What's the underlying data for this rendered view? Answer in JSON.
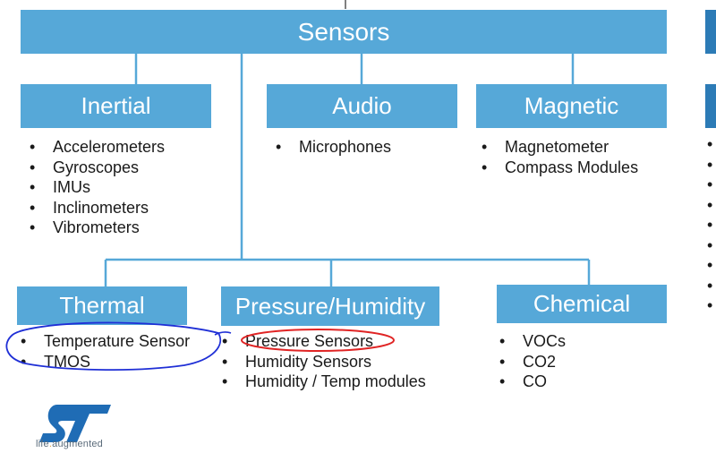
{
  "root": {
    "label": "Sensors"
  },
  "categories": {
    "inertial": {
      "label": "Inertial",
      "items": [
        "Accelerometers",
        "Gyroscopes",
        "IMUs",
        "Inclinometers",
        "Vibrometers"
      ]
    },
    "audio": {
      "label": "Audio",
      "items": [
        "Microphones"
      ]
    },
    "magnetic": {
      "label": "Magnetic",
      "items": [
        "Magnetometer",
        "Compass Modules"
      ]
    },
    "thermal": {
      "label": "Thermal",
      "items": [
        "Temperature Sensor",
        "TMOS"
      ]
    },
    "pressure": {
      "label": "Pressure/Humidity",
      "items": [
        "Pressure Sensors",
        "Humidity Sensors",
        "Humidity / Temp modules"
      ]
    },
    "chemical": {
      "label": "Chemical",
      "items": [
        "VOCs",
        "CO2",
        "CO"
      ]
    }
  },
  "logo": {
    "text_main": "life",
    "text_dot": ".",
    "text_end": "augmented"
  },
  "colors": {
    "box": "#56a8d8",
    "connector": "#56a8d8",
    "blue_annotation": "#1f2fd6",
    "red_annotation": "#e02424"
  }
}
